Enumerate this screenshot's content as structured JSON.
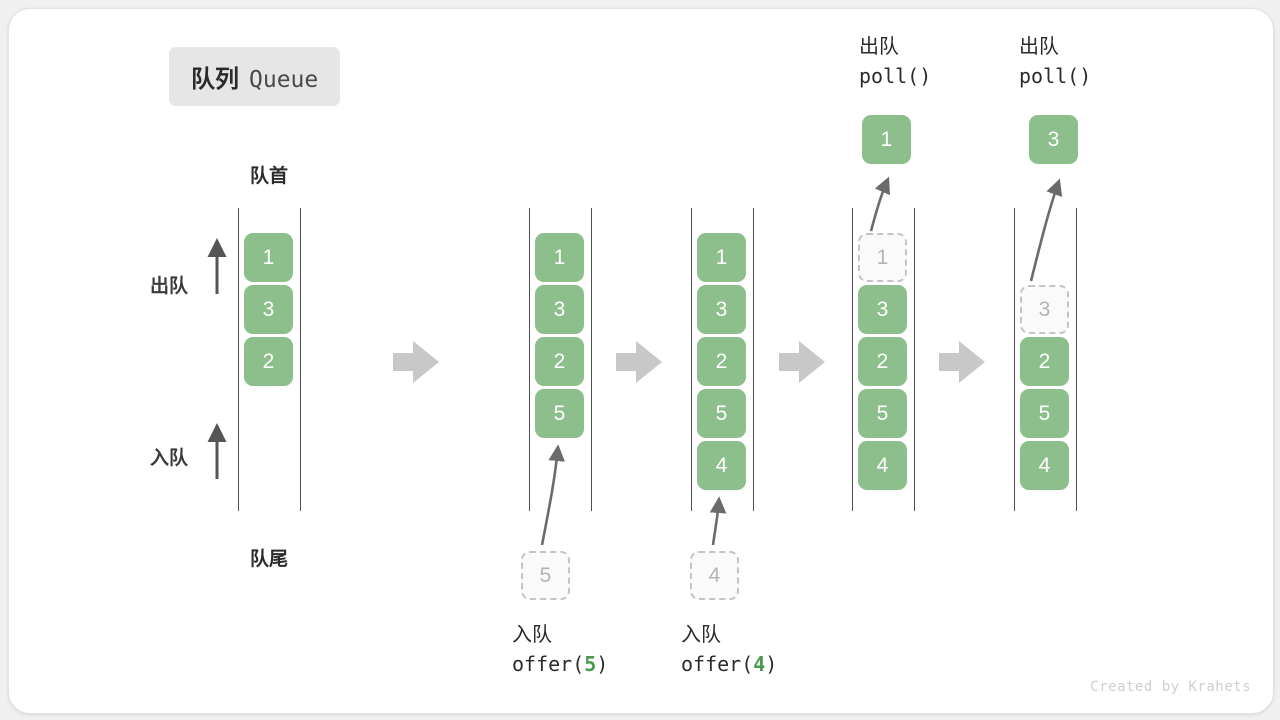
{
  "title": {
    "cn": "队列",
    "en": "Queue"
  },
  "labels": {
    "head": "队首",
    "tail": "队尾",
    "dequeue": "出队",
    "enqueue": "入队"
  },
  "watermark": "Created by Krahets",
  "colors": {
    "cell_fill": "#8cbf8c",
    "cell_text": "#ffffff",
    "ghost_border": "#c4c4c4",
    "ghost_text": "#b4b4b4",
    "rail": "#4d4d4d",
    "arrow_gray": "#c8c8c8",
    "arrow_dark": "#6b6b6b",
    "accent_green": "#4c9a4c",
    "badge_bg": "#e6e6e6"
  },
  "chart_data": {
    "type": "diagram",
    "title": "队列 Queue",
    "description": "Queue operations: offer(5), offer(4), poll(), poll()",
    "steps": [
      {
        "id": "state-0",
        "cells": [
          "1",
          "3",
          "2"
        ],
        "ghost": null,
        "popped": null,
        "caption_cn": null,
        "caption_code": null
      },
      {
        "id": "state-1",
        "cells": [
          "1",
          "3",
          "2",
          "5"
        ],
        "ghost": {
          "value": "5",
          "position": "below"
        },
        "popped": null,
        "caption_cn": "入队",
        "caption_code": "offer(",
        "caption_arg": "5",
        "caption_close": ")"
      },
      {
        "id": "state-2",
        "cells": [
          "1",
          "3",
          "2",
          "5",
          "4"
        ],
        "ghost": {
          "value": "4",
          "position": "below"
        },
        "popped": null,
        "caption_cn": "入队",
        "caption_code": "offer(",
        "caption_arg": "4",
        "caption_close": ")"
      },
      {
        "id": "state-3",
        "cells": [
          "3",
          "2",
          "5",
          "4"
        ],
        "ghost": {
          "value": "1",
          "position": "slot0"
        },
        "popped": "1",
        "caption_cn": "出队",
        "caption_code": "poll()",
        "caption_arg": "",
        "caption_close": ""
      },
      {
        "id": "state-4",
        "cells": [
          "2",
          "5",
          "4"
        ],
        "ghost": {
          "value": "3",
          "position": "slot1"
        },
        "popped": "3",
        "caption_cn": "出队",
        "caption_code": "poll()",
        "caption_arg": "",
        "caption_close": ""
      }
    ],
    "flow_arrows": 4
  }
}
